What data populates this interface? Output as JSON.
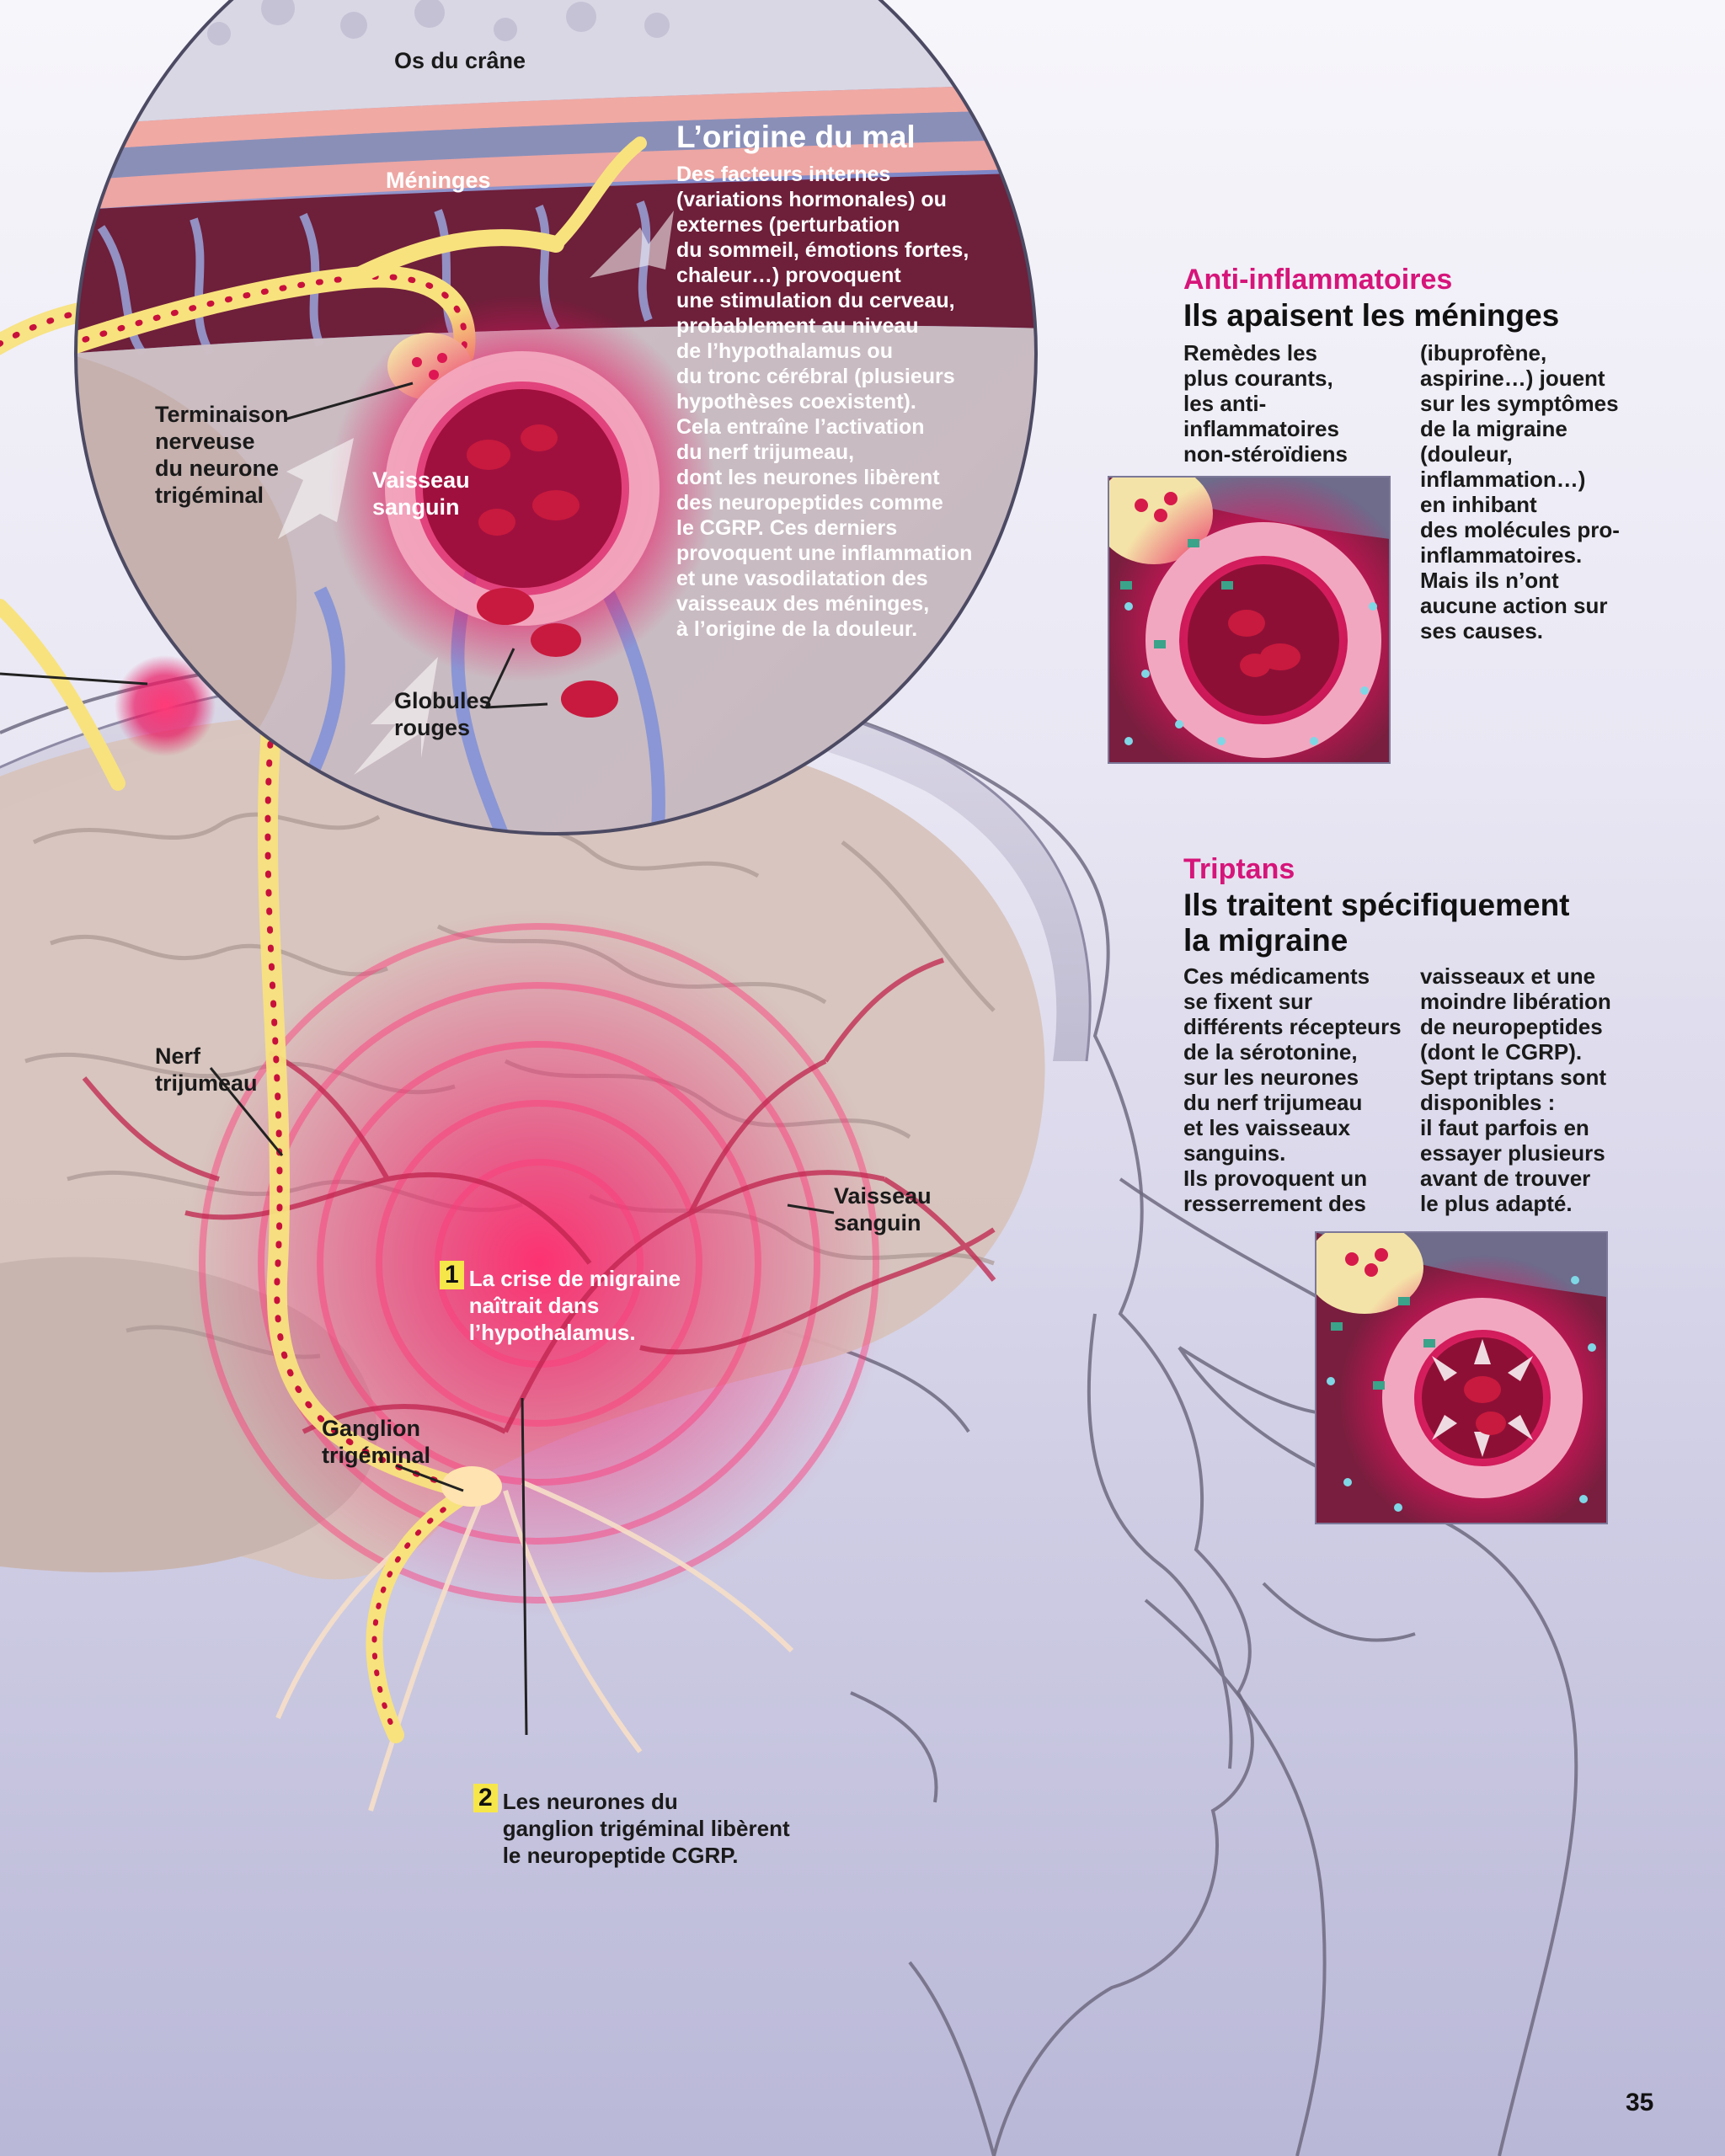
{
  "labels": {
    "skull": "Os du crâne",
    "meninges": "Méninges",
    "nerve_ending": "Terminaison\nnerveuse\ndu neurone\ntrigéminal",
    "vessel_zoom": "Vaisseau\nsanguin",
    "red_cells": "Globules\nrouges",
    "trigeminal_nerve": "Nerf\ntrijumeau",
    "vessel_brain": "Vaisseau\nsanguin",
    "ganglion": "Ganglion\ntrigéminal"
  },
  "origin": {
    "title": "L’origine du mal",
    "body": "Des facteurs internes\n(variations hormonales) ou\nexternes (perturbation\ndu sommeil, émotions fortes,\nchaleur…) provoquent\nune stimulation du cerveau,\nprobablement au niveau\nde l’hypothalamus ou\ndu tronc cérébral (plusieurs\nhypothèses coexistent).\nCela entraîne l’activation\ndu nerf trijumeau,\ndont les neurones libèrent\ndes neuropeptides comme\nle CGRP. Ces derniers\nprovoquent une inflammation\net une vasodilatation des\nvaisseaux des méninges,\nà l’origine de la douleur."
  },
  "steps": [
    {
      "num": "1",
      "text": "La crise de migraine\nnaîtrait dans\nl’hypothalamus."
    },
    {
      "num": "2",
      "text": "Les neurones du\nganglion trigéminal libèrent\nle neuropeptide CGRP."
    }
  ],
  "anti_inflammatoires": {
    "kicker": "Anti-inflammatoires",
    "title": "Ils apaisent les méninges",
    "col1": "Remèdes les\nplus courants,\nles anti-\ninflammatoires\nnon-stéroïdiens",
    "col2": "(ibuprofène,\naspirine…) jouent\nsur les symptômes\nde la migraine\n(douleur,\ninflammation…)\nen inhibant\ndes molécules pro-\ninflammatoires.\nMais ils n’ont\naucune action sur\nses causes."
  },
  "triptans": {
    "kicker": "Triptans",
    "title": "Ils traitent spécifiquement\nla migraine",
    "col1": "Ces médicaments\nse fixent sur\ndifférents récepteurs\nde la sérotonine,\nsur les neurones\ndu nerf trijumeau\net les vaisseaux\nsanguins.\nIls provoquent un\nresserrement des",
    "col2": "vaisseaux et une\nmoindre libération\nde neuropeptides\n(dont le CGRP).\nSept triptans sont\ndisponibles :\nil faut parfois en\nessayer plusieurs\navant de trouver\nle plus adapté."
  },
  "page_number": "35",
  "colors": {
    "accent_magenta": "#d6157a",
    "step_yellow": "#f7e64a",
    "zoom_blue": "#7f86c7"
  }
}
